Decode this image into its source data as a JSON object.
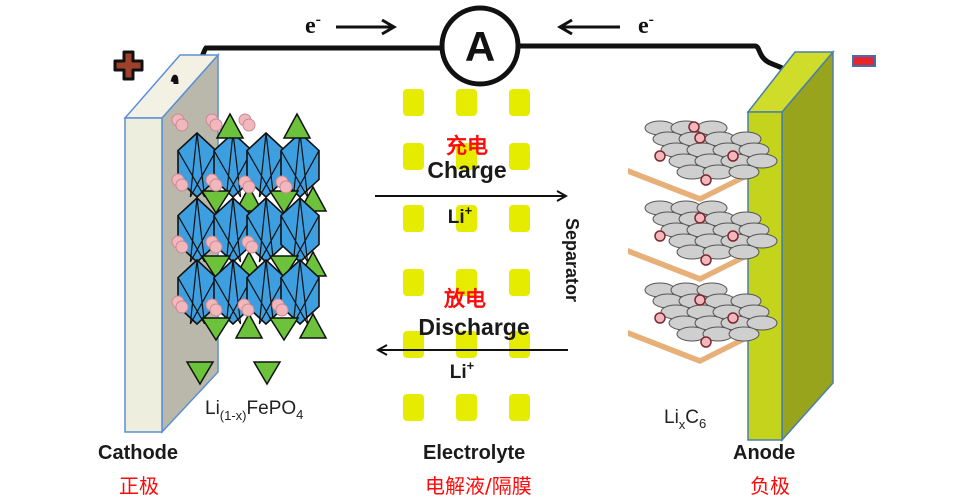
{
  "diagram": {
    "title": "LiFePO4 lithium-ion battery charge/discharge schematic",
    "colors": {
      "cathode_front": "#eeeede",
      "cathode_side": "#b9b8ab",
      "cathode_edge": "#5b8fd6",
      "anode_front": "#c4d41c",
      "anode_side": "#98a41c",
      "anode_edge": "#4a7fb0",
      "octahedron": "#3d9ee0",
      "tetrahedron": "#6cc23a",
      "li_ion": "#f2b7bd",
      "graphite": "#cfcfcf",
      "separator_dot": "#e6ec00",
      "chinese_label": "#ff0a0a",
      "plus_sign": "#a0402a",
      "minus_sign": "#e8242c"
    },
    "circuit": {
      "ammeter_label": "A",
      "electron_left": "e",
      "electron_right": "e",
      "electron_sup": "-",
      "arrow_left_glyph": "⟶",
      "arrow_right_glyph": "⟵",
      "plus_icon": "plus-terminal-icon",
      "minus_icon": "minus-terminal-icon"
    },
    "cathode": {
      "label": "Cathode",
      "label_cn": "正极",
      "material_base": "Li",
      "material_sub": "(1-x)",
      "material_rest": "FePO",
      "material_sub2": "4"
    },
    "anode": {
      "label": "Anode",
      "label_cn": "负极",
      "material_base": "Li",
      "material_sub": "x",
      "material_rest": "C",
      "material_sub2": "6"
    },
    "electrolyte": {
      "label": "Electrolyte",
      "label_cn": "电解液/隔膜",
      "separator_label": "Separator"
    },
    "charge": {
      "label_cn": "充电",
      "label": "Charge",
      "ion": "Li",
      "ion_sup": "+",
      "direction": "cathode-to-anode"
    },
    "discharge": {
      "label_cn": "放电",
      "label": "Discharge",
      "ion": "Li",
      "ion_sup": "+",
      "direction": "anode-to-cathode"
    }
  }
}
